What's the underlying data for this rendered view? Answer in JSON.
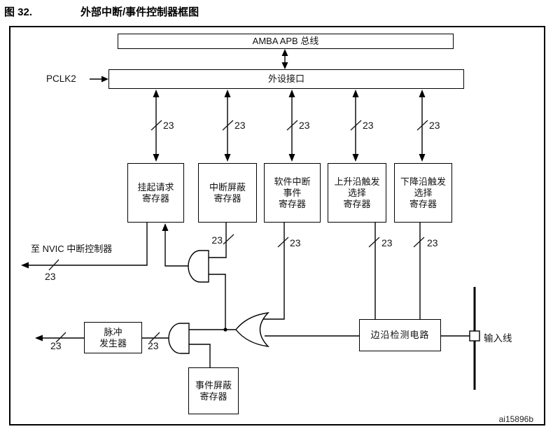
{
  "title": {
    "figure_label": "图 32.",
    "figure_title": "外部中断/事件控制器框图"
  },
  "blocks": {
    "amba_bus": "AMBA APB 总线",
    "periph_if": "外设接口",
    "pending_req": "挂起请求\n寄存器",
    "int_mask": "中断屏蔽\n寄存器",
    "sw_int_event": "软件中断\n事件\n寄存器",
    "rising_trig": "上升沿触发\n选择\n寄存器",
    "falling_trig": "下降沿触发\n选择\n寄存器",
    "pulse_gen": "脉冲\n发生器",
    "event_mask": "事件屏蔽\n寄存器",
    "edge_detect": "边沿检测电路"
  },
  "labels": {
    "pclk2": "PCLK2",
    "to_nvic": "至 NVIC 中断控制器",
    "input_line": "输入线",
    "bus_width": "23",
    "figure_ref": "ai15896b"
  },
  "colors": {
    "line": "#000000",
    "text": "#111111",
    "background": "#ffffff"
  }
}
